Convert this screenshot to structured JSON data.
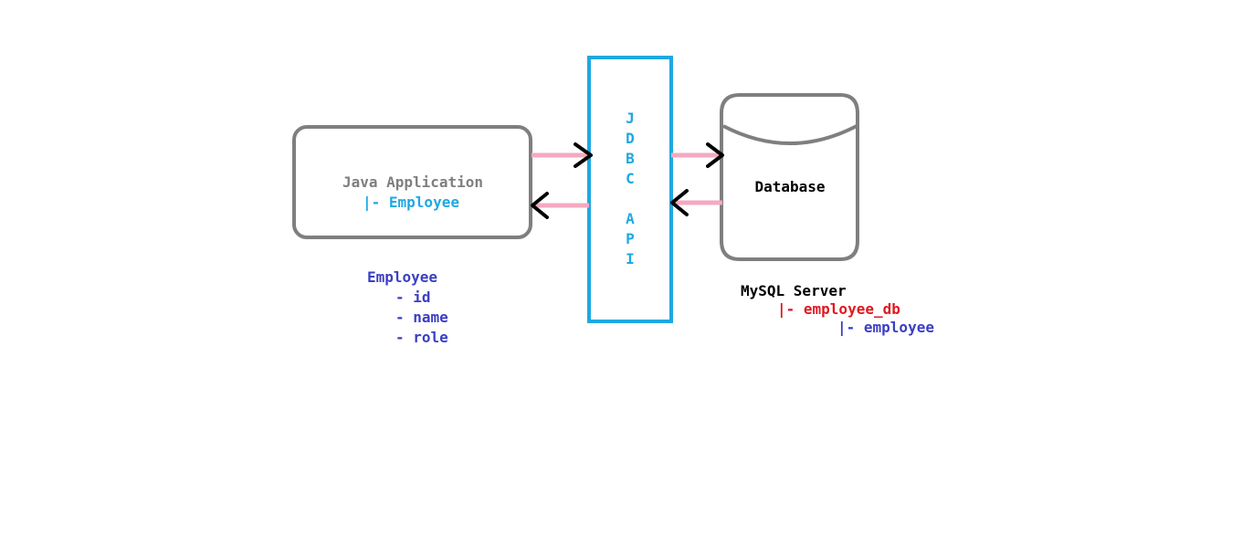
{
  "java_app": {
    "title": "Java Application",
    "sub_item": "|- Employee"
  },
  "jdbc_api": {
    "letters": [
      "J",
      "D",
      "B",
      "C",
      "",
      "A",
      "P",
      "I"
    ]
  },
  "database": {
    "label": "Database"
  },
  "employee_fields": {
    "title": "Employee",
    "fields": [
      "- id",
      "- name",
      "- role"
    ]
  },
  "mysql": {
    "server": "MySQL Server",
    "db": "|- employee_db",
    "table": "|- employee"
  },
  "colors": {
    "box_stroke": "#7f7f7f",
    "jdbc_stroke": "#1fa8e0",
    "arrow_line": "#f4a9c0",
    "arrow_head": "#000000"
  }
}
